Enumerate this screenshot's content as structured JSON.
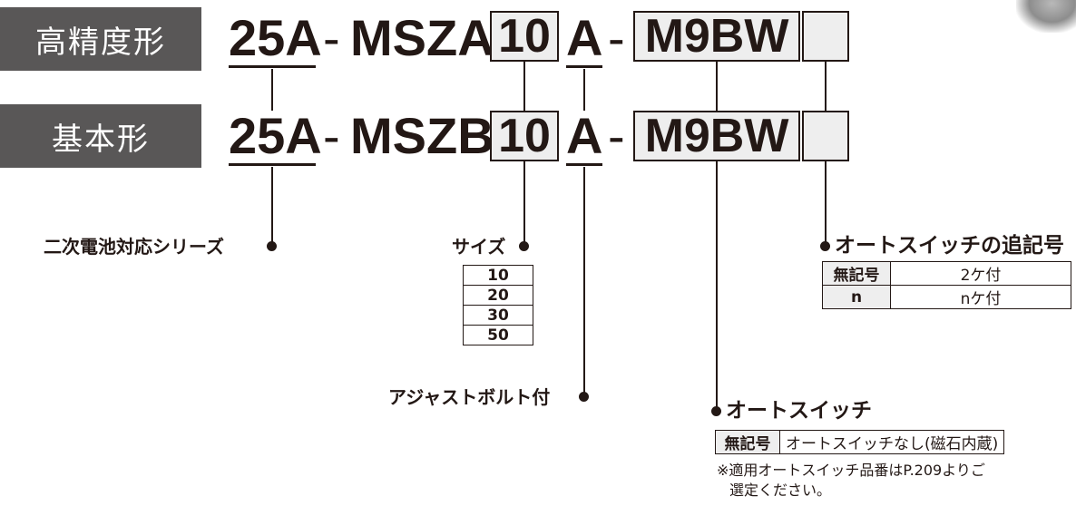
{
  "rows": [
    {
      "band_label": "高精度形",
      "prefix": "25A",
      "dash1": "-",
      "series": "MSZA",
      "size": "10",
      "adjust": "A",
      "dash2": "-",
      "switch": "M9BW",
      "suffix": ""
    },
    {
      "band_label": "基本形",
      "prefix": "25A",
      "dash1": "-",
      "series": "MSZB",
      "size": "10",
      "adjust": "A",
      "dash2": "-",
      "switch": "M9BW",
      "suffix": ""
    }
  ],
  "labels": {
    "battery": "二次電池対応シリーズ",
    "size": "サイズ",
    "adjust_bolt": "アジャストボルト付",
    "auto_switch": "オートスイッチ",
    "switch_suffix": "オートスイッチの追記号"
  },
  "size_table": [
    "10",
    "20",
    "30",
    "50"
  ],
  "suffix_table": [
    [
      "無記号",
      "2ケ付"
    ],
    [
      "n",
      "nケ付"
    ]
  ],
  "switch_table": [
    [
      "無記号",
      "オートスイッチなし(磁石内蔵)"
    ]
  ],
  "note": {
    "line1": "※適用オートスイッチ品番はP.209よりご",
    "line2": "選定ください。"
  }
}
